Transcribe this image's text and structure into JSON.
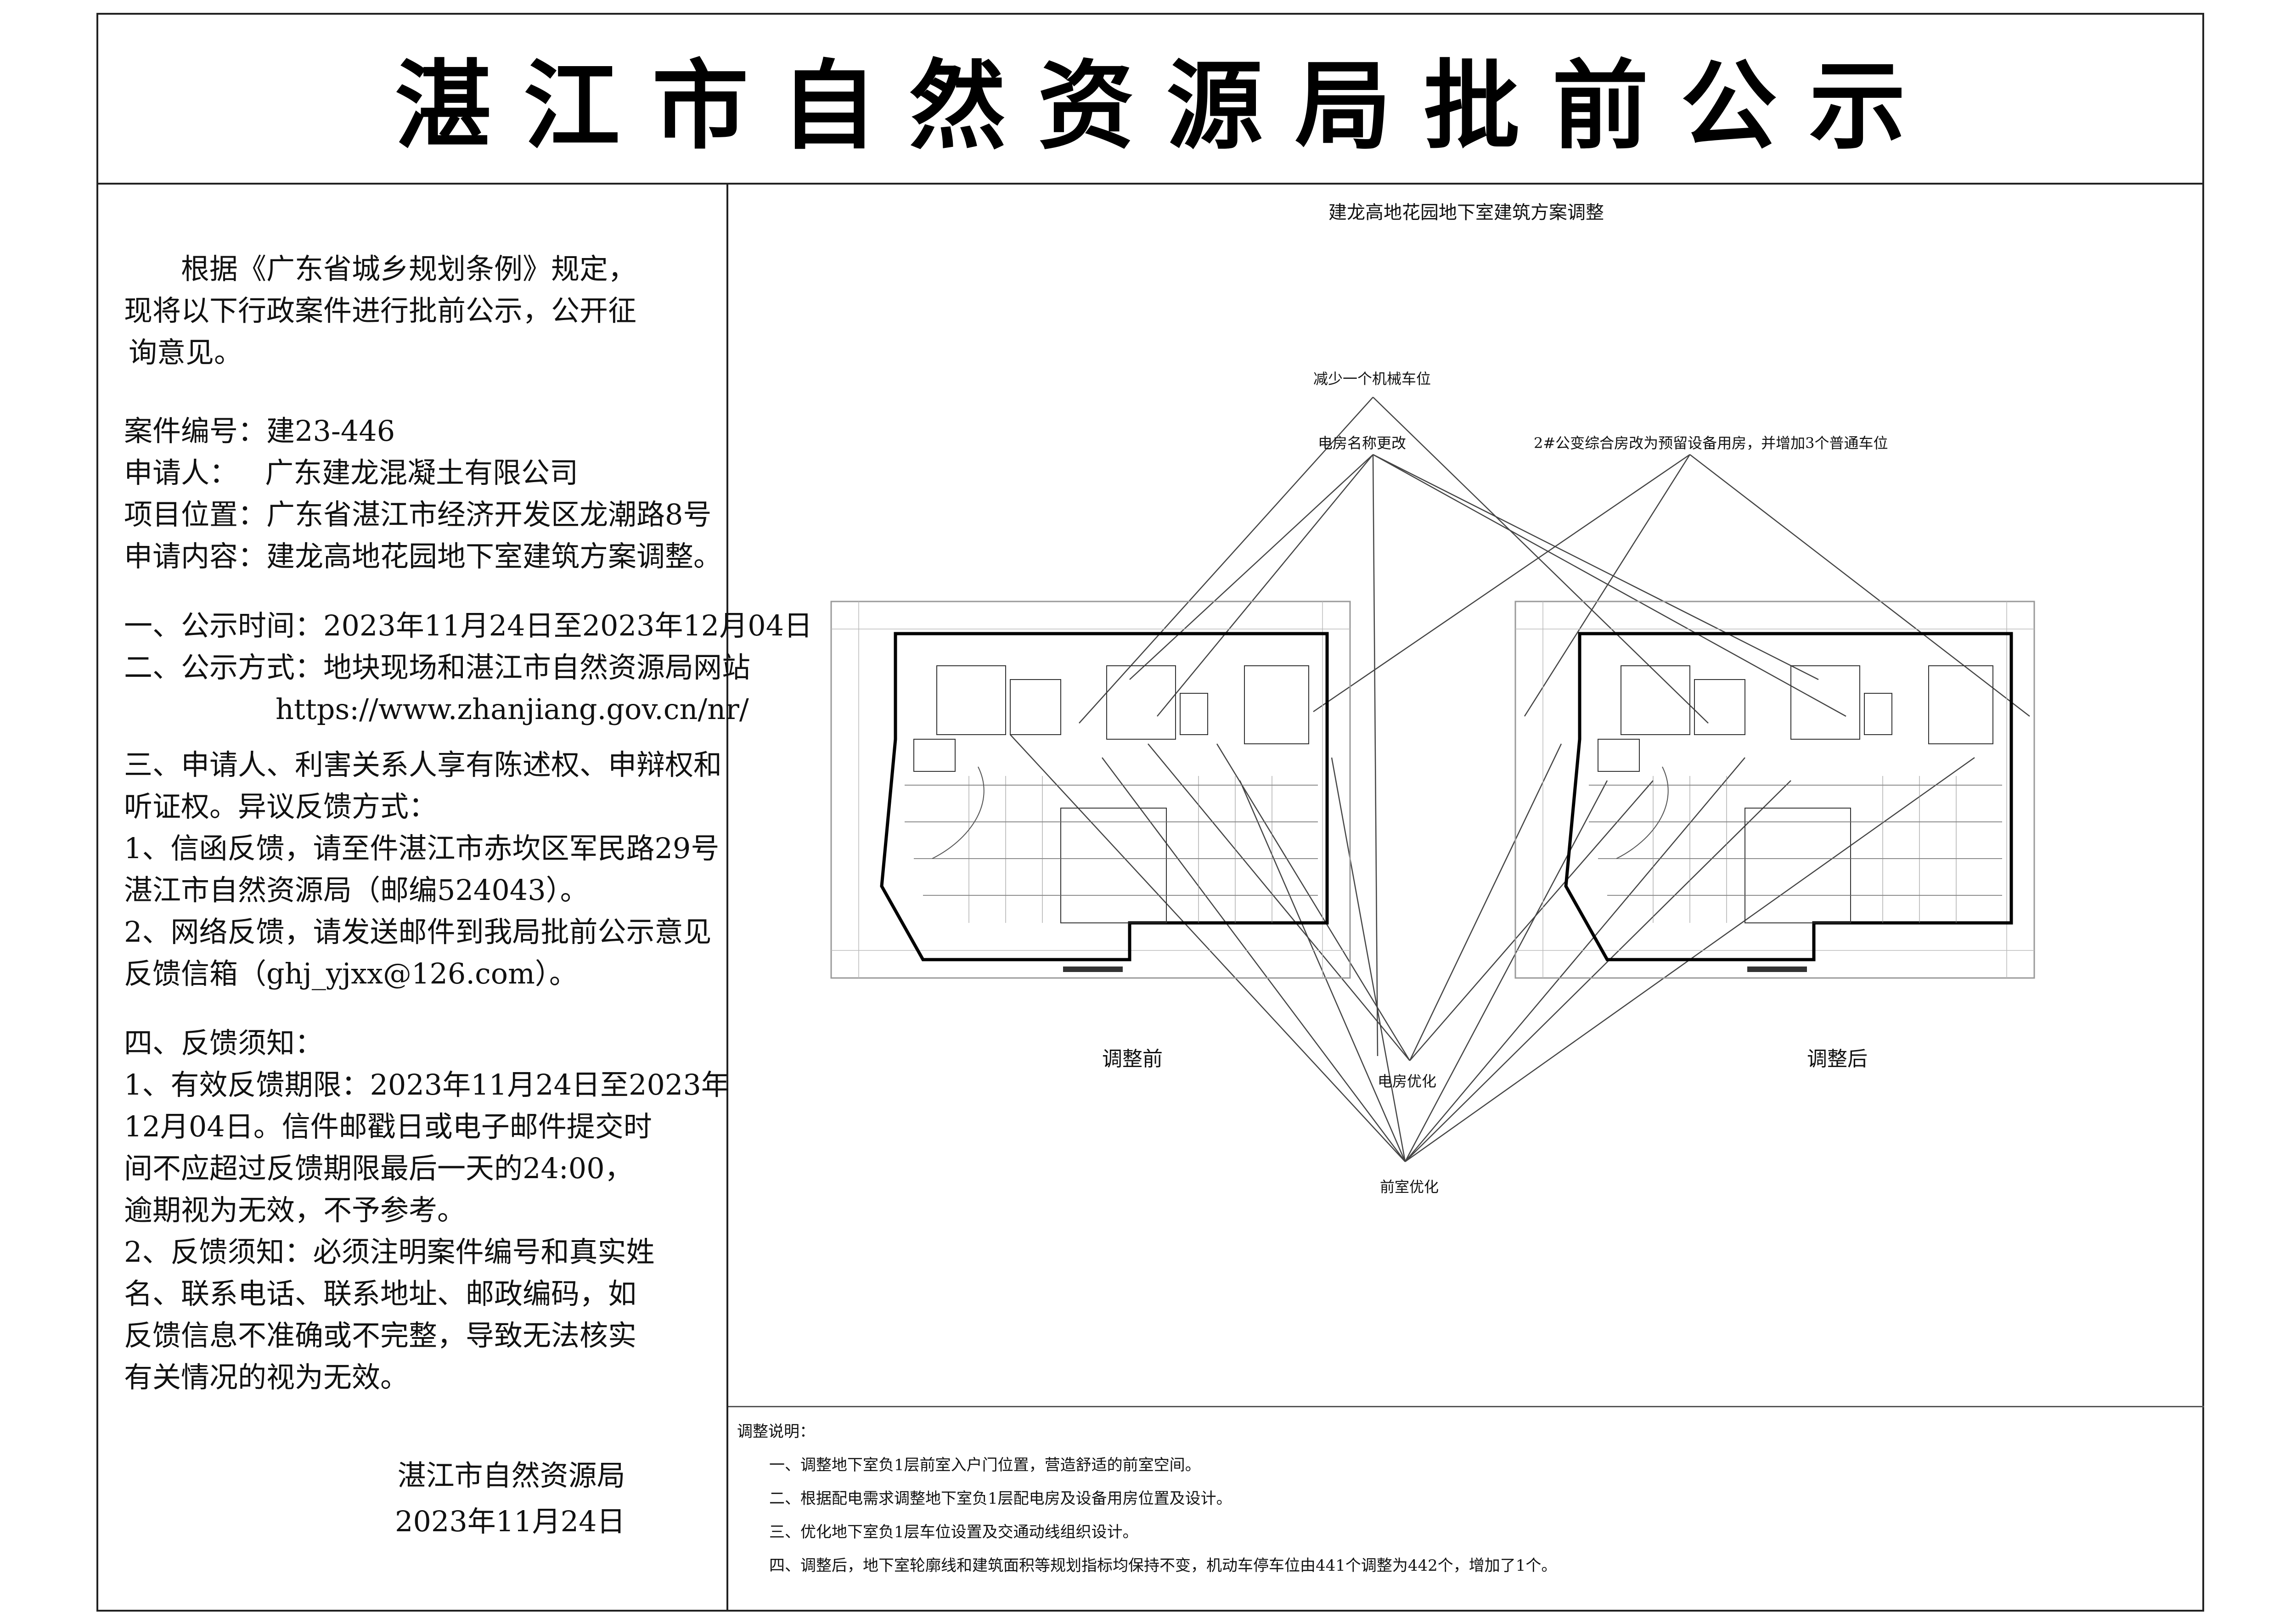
{
  "header": {
    "title": "湛江市自然资源局批前公示"
  },
  "left": {
    "intro": [
      "根据《广东省城乡规划条例》规定，",
      "现将以下行政案件进行批前公示，公开征",
      "询意见。"
    ],
    "case": [
      "案件编号：建23-446",
      "申请人：   广东建龙混凝土有限公司",
      "项目位置：广东省湛江市经济开发区龙潮路8号",
      "申请内容：建龙高地花园地下室建筑方案调整。"
    ],
    "section1": "一、公示时间：2023年11月24日至2023年12月04日",
    "section2": "二、公示方式：地块现场和湛江市自然资源局网站",
    "section2_url": "https://www.zhanjiang.gov.cn/nr/",
    "section3": [
      "三、申请人、利害关系人享有陈述权、申辩权和",
      "听证权。异议反馈方式：",
      "1、信函反馈，请至件湛江市赤坎区军民路29号",
      "湛江市自然资源局（邮编524043）。",
      "2、网络反馈，请发送邮件到我局批前公示意见",
      "反馈信箱（ghj_yjxx@126.com）。"
    ],
    "section4": [
      "四、反馈须知：",
      "1、有效反馈期限：2023年11月24日至2023年",
      "12月04日。信件邮戳日或电子邮件提交时",
      "间不应超过反馈期限最后一天的24:00，",
      "逾期视为无效，不予参考。",
      "2、反馈须知：必须注明案件编号和真实姓",
      "名、联系电话、联系地址、邮政编码，如",
      "反馈信息不准确或不完整，导致无法核实",
      "有关情况的视为无效。"
    ],
    "signature": {
      "org": "湛江市自然资源局",
      "date": "2023年11月24日"
    }
  },
  "right": {
    "plan_title": "建龙高地花园地下室建筑方案调整",
    "callouts": {
      "reduce_mech": "减少一个机械车位",
      "rename": "电房名称更改",
      "substation": "2#公变综合房改为预留设备用房，并增加3个普通车位",
      "power_opt": "电房优化",
      "lobby_opt": "前室优化"
    },
    "captions": {
      "before": "调整前",
      "after": "调整后"
    },
    "notes": {
      "heading": "调整说明：",
      "items": [
        "一、调整地下室负1层前室入户门位置，营造舒适的前室空间。",
        "二、根据配电需求调整地下室负1层配电房及设备用房位置及设计。",
        "三、优化地下室负1层车位设置及交通动线组织设计。",
        "四、调整后，地下室轮廓线和建筑面积等规划指标均保持不变，机动车停车位由441个调整为442个，增加了1个。"
      ]
    }
  }
}
